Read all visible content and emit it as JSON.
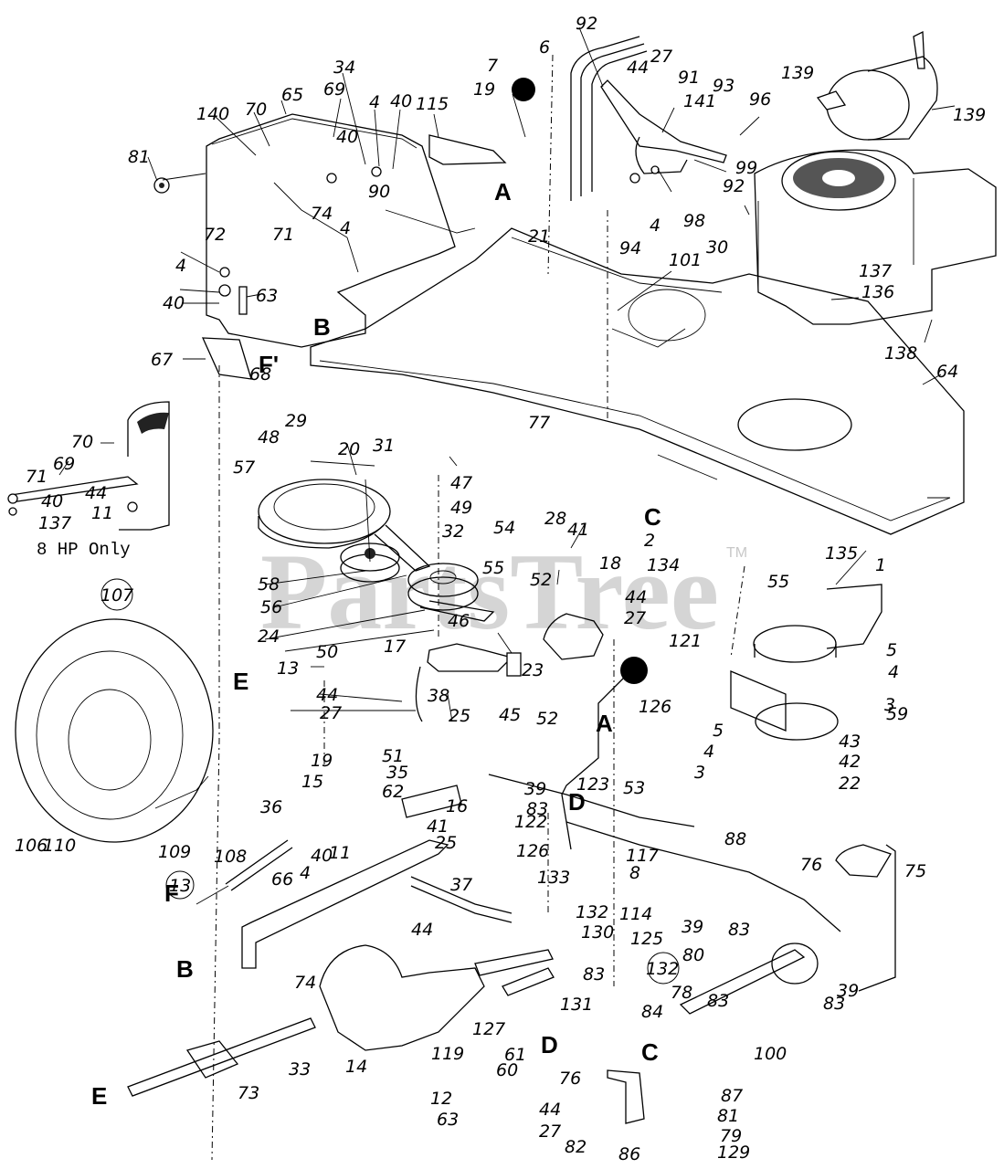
{
  "diagram": {
    "title": "Tractor Frame, Drive & Transmission Exploded Parts Diagram",
    "watermark": "PartsTree",
    "watermark_tm": "TM",
    "note_text": "8 HP Only",
    "circled_refs": [
      "107",
      "13",
      "132"
    ],
    "connector_letters": [
      "A",
      "A",
      "B",
      "B",
      "C",
      "C",
      "D",
      "D",
      "E",
      "E",
      "F",
      "F'"
    ],
    "callouts": [
      {
        "id": "c1",
        "label": "140"
      },
      {
        "id": "c2",
        "label": "70"
      },
      {
        "id": "c3",
        "label": "65"
      },
      {
        "id": "c4",
        "label": "69"
      },
      {
        "id": "c5",
        "label": "34"
      },
      {
        "id": "c6",
        "label": "4"
      },
      {
        "id": "c7",
        "label": "40"
      },
      {
        "id": "c8",
        "label": "40"
      },
      {
        "id": "c9",
        "label": "115"
      },
      {
        "id": "c10",
        "label": "19"
      },
      {
        "id": "c11",
        "label": "7"
      },
      {
        "id": "c12",
        "label": "6"
      },
      {
        "id": "c13",
        "label": "92"
      },
      {
        "id": "c14",
        "label": "44"
      },
      {
        "id": "c15",
        "label": "27"
      },
      {
        "id": "c16",
        "label": "91"
      },
      {
        "id": "c17",
        "label": "93"
      },
      {
        "id": "c18",
        "label": "141"
      },
      {
        "id": "c19",
        "label": "96"
      },
      {
        "id": "c20",
        "label": "99"
      },
      {
        "id": "c21",
        "label": "139"
      },
      {
        "id": "c22",
        "label": "139"
      },
      {
        "id": "c23",
        "label": "81"
      },
      {
        "id": "c24",
        "label": "90"
      },
      {
        "id": "c25",
        "label": "74"
      },
      {
        "id": "c26",
        "label": "4"
      },
      {
        "id": "c27",
        "label": "71"
      },
      {
        "id": "c28",
        "label": "92"
      },
      {
        "id": "c29",
        "label": "98"
      },
      {
        "id": "c30",
        "label": "4"
      },
      {
        "id": "c31",
        "label": "30"
      },
      {
        "id": "c32",
        "label": "21"
      },
      {
        "id": "c33",
        "label": "94"
      },
      {
        "id": "c34",
        "label": "101"
      },
      {
        "id": "c35",
        "label": "137"
      },
      {
        "id": "c36",
        "label": "136"
      },
      {
        "id": "c37",
        "label": "138"
      },
      {
        "id": "c38",
        "label": "72"
      },
      {
        "id": "c39",
        "label": "4"
      },
      {
        "id": "c40",
        "label": "63"
      },
      {
        "id": "c41",
        "label": "40"
      },
      {
        "id": "c42",
        "label": "67"
      },
      {
        "id": "c43",
        "label": "68"
      },
      {
        "id": "c44",
        "label": "64"
      },
      {
        "id": "c45",
        "label": "77"
      },
      {
        "id": "c46",
        "label": "70"
      },
      {
        "id": "c47",
        "label": "71"
      },
      {
        "id": "c48",
        "label": "69"
      },
      {
        "id": "c49",
        "label": "40"
      },
      {
        "id": "c50",
        "label": "44"
      },
      {
        "id": "c51",
        "label": "11"
      },
      {
        "id": "c52",
        "label": "137"
      },
      {
        "id": "c53",
        "label": "48"
      },
      {
        "id": "c54",
        "label": "29"
      },
      {
        "id": "c55",
        "label": "20"
      },
      {
        "id": "c56",
        "label": "31"
      },
      {
        "id": "c57",
        "label": "47"
      },
      {
        "id": "c58",
        "label": "49"
      },
      {
        "id": "c59",
        "label": "57"
      },
      {
        "id": "c60",
        "label": "32"
      },
      {
        "id": "c61",
        "label": "54"
      },
      {
        "id": "c62",
        "label": "28"
      },
      {
        "id": "c63",
        "label": "41"
      },
      {
        "id": "c64",
        "label": "2"
      },
      {
        "id": "c65",
        "label": "134"
      },
      {
        "id": "c66",
        "label": "135"
      },
      {
        "id": "c67",
        "label": "58"
      },
      {
        "id": "c68",
        "label": "56"
      },
      {
        "id": "c69",
        "label": "55"
      },
      {
        "id": "c70",
        "label": "52"
      },
      {
        "id": "c71",
        "label": "18"
      },
      {
        "id": "c72",
        "label": "44"
      },
      {
        "id": "c73",
        "label": "27"
      },
      {
        "id": "c74",
        "label": "24"
      },
      {
        "id": "c75",
        "label": "46"
      },
      {
        "id": "c76",
        "label": "50"
      },
      {
        "id": "c77",
        "label": "17"
      },
      {
        "id": "c78",
        "label": "13"
      },
      {
        "id": "c79",
        "label": "44"
      },
      {
        "id": "c80",
        "label": "27"
      },
      {
        "id": "c81",
        "label": "38"
      },
      {
        "id": "c82",
        "label": "25"
      },
      {
        "id": "c83",
        "label": "45"
      },
      {
        "id": "c84",
        "label": "52"
      },
      {
        "id": "c85",
        "label": "23"
      },
      {
        "id": "c86",
        "label": "121"
      },
      {
        "id": "c87",
        "label": "126"
      },
      {
        "id": "c88",
        "label": "55"
      },
      {
        "id": "c89",
        "label": "1"
      },
      {
        "id": "c90",
        "label": "5"
      },
      {
        "id": "c91",
        "label": "4"
      },
      {
        "id": "c92",
        "label": "3"
      },
      {
        "id": "c93",
        "label": "59"
      },
      {
        "id": "c94",
        "label": "5"
      },
      {
        "id": "c95",
        "label": "4"
      },
      {
        "id": "c96",
        "label": "3"
      },
      {
        "id": "c97",
        "label": "43"
      },
      {
        "id": "c98",
        "label": "42"
      },
      {
        "id": "c99",
        "label": "22"
      },
      {
        "id": "c100",
        "label": "51"
      },
      {
        "id": "c101",
        "label": "35"
      },
      {
        "id": "c102",
        "label": "19"
      },
      {
        "id": "c103",
        "label": "39"
      },
      {
        "id": "c104",
        "label": "83"
      },
      {
        "id": "c105",
        "label": "16"
      },
      {
        "id": "c106",
        "label": "15"
      },
      {
        "id": "c107",
        "label": "62"
      },
      {
        "id": "c108",
        "label": "123"
      },
      {
        "id": "c109",
        "label": "53"
      },
      {
        "id": "c110",
        "label": "36"
      },
      {
        "id": "c111",
        "label": "41"
      },
      {
        "id": "c112",
        "label": "25"
      },
      {
        "id": "c113",
        "label": "122"
      },
      {
        "id": "c114",
        "label": "117"
      },
      {
        "id": "c115",
        "label": "126"
      },
      {
        "id": "c116",
        "label": "8"
      },
      {
        "id": "c117",
        "label": "88"
      },
      {
        "id": "c118",
        "label": "106"
      },
      {
        "id": "c119",
        "label": "110"
      },
      {
        "id": "c120",
        "label": "109"
      },
      {
        "id": "c121",
        "label": "108"
      },
      {
        "id": "c122",
        "label": "66"
      },
      {
        "id": "c123",
        "label": "4"
      },
      {
        "id": "c124",
        "label": "40"
      },
      {
        "id": "c125",
        "label": "11"
      },
      {
        "id": "c126",
        "label": "37"
      },
      {
        "id": "c127",
        "label": "44"
      },
      {
        "id": "c128",
        "label": "133"
      },
      {
        "id": "c129",
        "label": "114"
      },
      {
        "id": "c130",
        "label": "132"
      },
      {
        "id": "c131",
        "label": "130"
      },
      {
        "id": "c132",
        "label": "125"
      },
      {
        "id": "c133",
        "label": "83"
      },
      {
        "id": "c134",
        "label": "76"
      },
      {
        "id": "c135",
        "label": "75"
      },
      {
        "id": "c136",
        "label": "39"
      },
      {
        "id": "c137",
        "label": "83"
      },
      {
        "id": "c138",
        "label": "80"
      },
      {
        "id": "c139",
        "label": "39"
      },
      {
        "id": "c140",
        "label": "83"
      },
      {
        "id": "c141",
        "label": "74"
      },
      {
        "id": "c142",
        "label": "131"
      },
      {
        "id": "c143",
        "label": "78"
      },
      {
        "id": "c144",
        "label": "83"
      },
      {
        "id": "c145",
        "label": "84"
      },
      {
        "id": "c146",
        "label": "100"
      },
      {
        "id": "c147",
        "label": "127"
      },
      {
        "id": "c148",
        "label": "119"
      },
      {
        "id": "c149",
        "label": "61"
      },
      {
        "id": "c150",
        "label": "60"
      },
      {
        "id": "c151",
        "label": "33"
      },
      {
        "id": "c152",
        "label": "14"
      },
      {
        "id": "c153",
        "label": "12"
      },
      {
        "id": "c154",
        "label": "73"
      },
      {
        "id": "c155",
        "label": "63"
      },
      {
        "id": "c156",
        "label": "76"
      },
      {
        "id": "c157",
        "label": "87"
      },
      {
        "id": "c158",
        "label": "81"
      },
      {
        "id": "c159",
        "label": "44"
      },
      {
        "id": "c160",
        "label": "27"
      },
      {
        "id": "c161",
        "label": "79"
      },
      {
        "id": "c162",
        "label": "82"
      },
      {
        "id": "c163",
        "label": "86"
      },
      {
        "id": "c164",
        "label": "129"
      }
    ]
  }
}
